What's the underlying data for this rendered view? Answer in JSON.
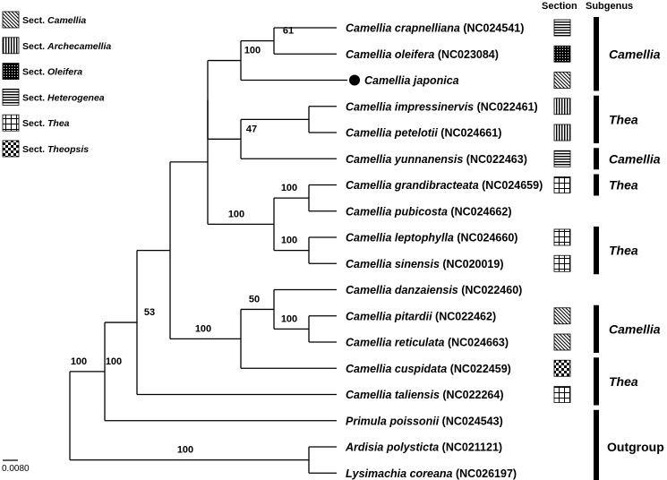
{
  "header": {
    "section": "Section",
    "subgenus": "Subgenus"
  },
  "legend": [
    {
      "prefix": "Sect.",
      "name": "Camellia",
      "pattern": "diag"
    },
    {
      "prefix": "Sect.",
      "name": "Archecamellia",
      "pattern": "vert"
    },
    {
      "prefix": "Sect.",
      "name": "Oleifera",
      "pattern": "dots"
    },
    {
      "prefix": "Sect.",
      "name": "Heterogenea",
      "pattern": "horiz"
    },
    {
      "prefix": "Sect.",
      "name": "Thea",
      "pattern": "grid"
    },
    {
      "prefix": "Sect.",
      "name": "Theopsis",
      "pattern": "check"
    }
  ],
  "taxa": [
    {
      "name": "Camellia crapnelliana",
      "acc": "(NC024541)",
      "section": "horiz"
    },
    {
      "name": "Camellia oleifera",
      "acc": "(NC023084)",
      "section": "dots"
    },
    {
      "name": "Camellia japonica",
      "acc": "",
      "section": "diag",
      "marker": true
    },
    {
      "name": "Camellia impressinervis",
      "acc": "(NC022461)",
      "section": "vert"
    },
    {
      "name": "Camellia petelotii",
      "acc": "(NC024661)",
      "section": "vert"
    },
    {
      "name": "Camellia yunnanensis",
      "acc": "(NC022463)",
      "section": "horiz"
    },
    {
      "name": "Camellia grandibracteata",
      "acc": "(NC024659)",
      "section": "grid"
    },
    {
      "name": "Camellia pubicosta",
      "acc": "(NC024662)",
      "section": ""
    },
    {
      "name": "Camellia leptophylla",
      "acc": "(NC024660)",
      "section": "grid"
    },
    {
      "name": "Camellia sinensis",
      "acc": "(NC020019)",
      "section": "grid"
    },
    {
      "name": "Camellia danzaiensis",
      "acc": "(NC022460)",
      "section": ""
    },
    {
      "name": "Camellia pitardii",
      "acc": "(NC022462)",
      "section": "diag"
    },
    {
      "name": "Camellia reticulata",
      "acc": "(NC024663)",
      "section": "diag"
    },
    {
      "name": "Camellia cuspidata",
      "acc": "(NC022459)",
      "section": "check"
    },
    {
      "name": "Camellia taliensis",
      "acc": "(NC022264)",
      "section": "grid"
    },
    {
      "name": "Primula poissonii",
      "acc": "(NC024543)",
      "section": ""
    },
    {
      "name": "Ardisia polysticta",
      "acc": "(NC021121)",
      "section": ""
    },
    {
      "name": "Lysimachia coreana",
      "acc": "(NC026197)",
      "section": ""
    }
  ],
  "bootstrap": [
    "61",
    "100",
    "47",
    "100",
    "100",
    "100",
    "53",
    "100",
    "100",
    "50",
    "100",
    "100",
    "100"
  ],
  "subgenera": [
    {
      "label": "Camellia",
      "italic": true,
      "from": 0,
      "to": 2
    },
    {
      "label": "Thea",
      "italic": true,
      "from": 3,
      "to": 4
    },
    {
      "label": "Camellia",
      "italic": true,
      "from": 5,
      "to": 5
    },
    {
      "label": "Thea",
      "italic": true,
      "from": 6,
      "to": 6
    },
    {
      "label": "Thea",
      "italic": true,
      "from": 8,
      "to": 9
    },
    {
      "label": "Camellia",
      "italic": true,
      "from": 11,
      "to": 12
    },
    {
      "label": "Thea",
      "italic": true,
      "from": 13,
      "to": 14
    },
    {
      "label": "Outgroup",
      "italic": false,
      "from": 15,
      "to": 17
    }
  ],
  "scale_bar": "0.0080"
}
